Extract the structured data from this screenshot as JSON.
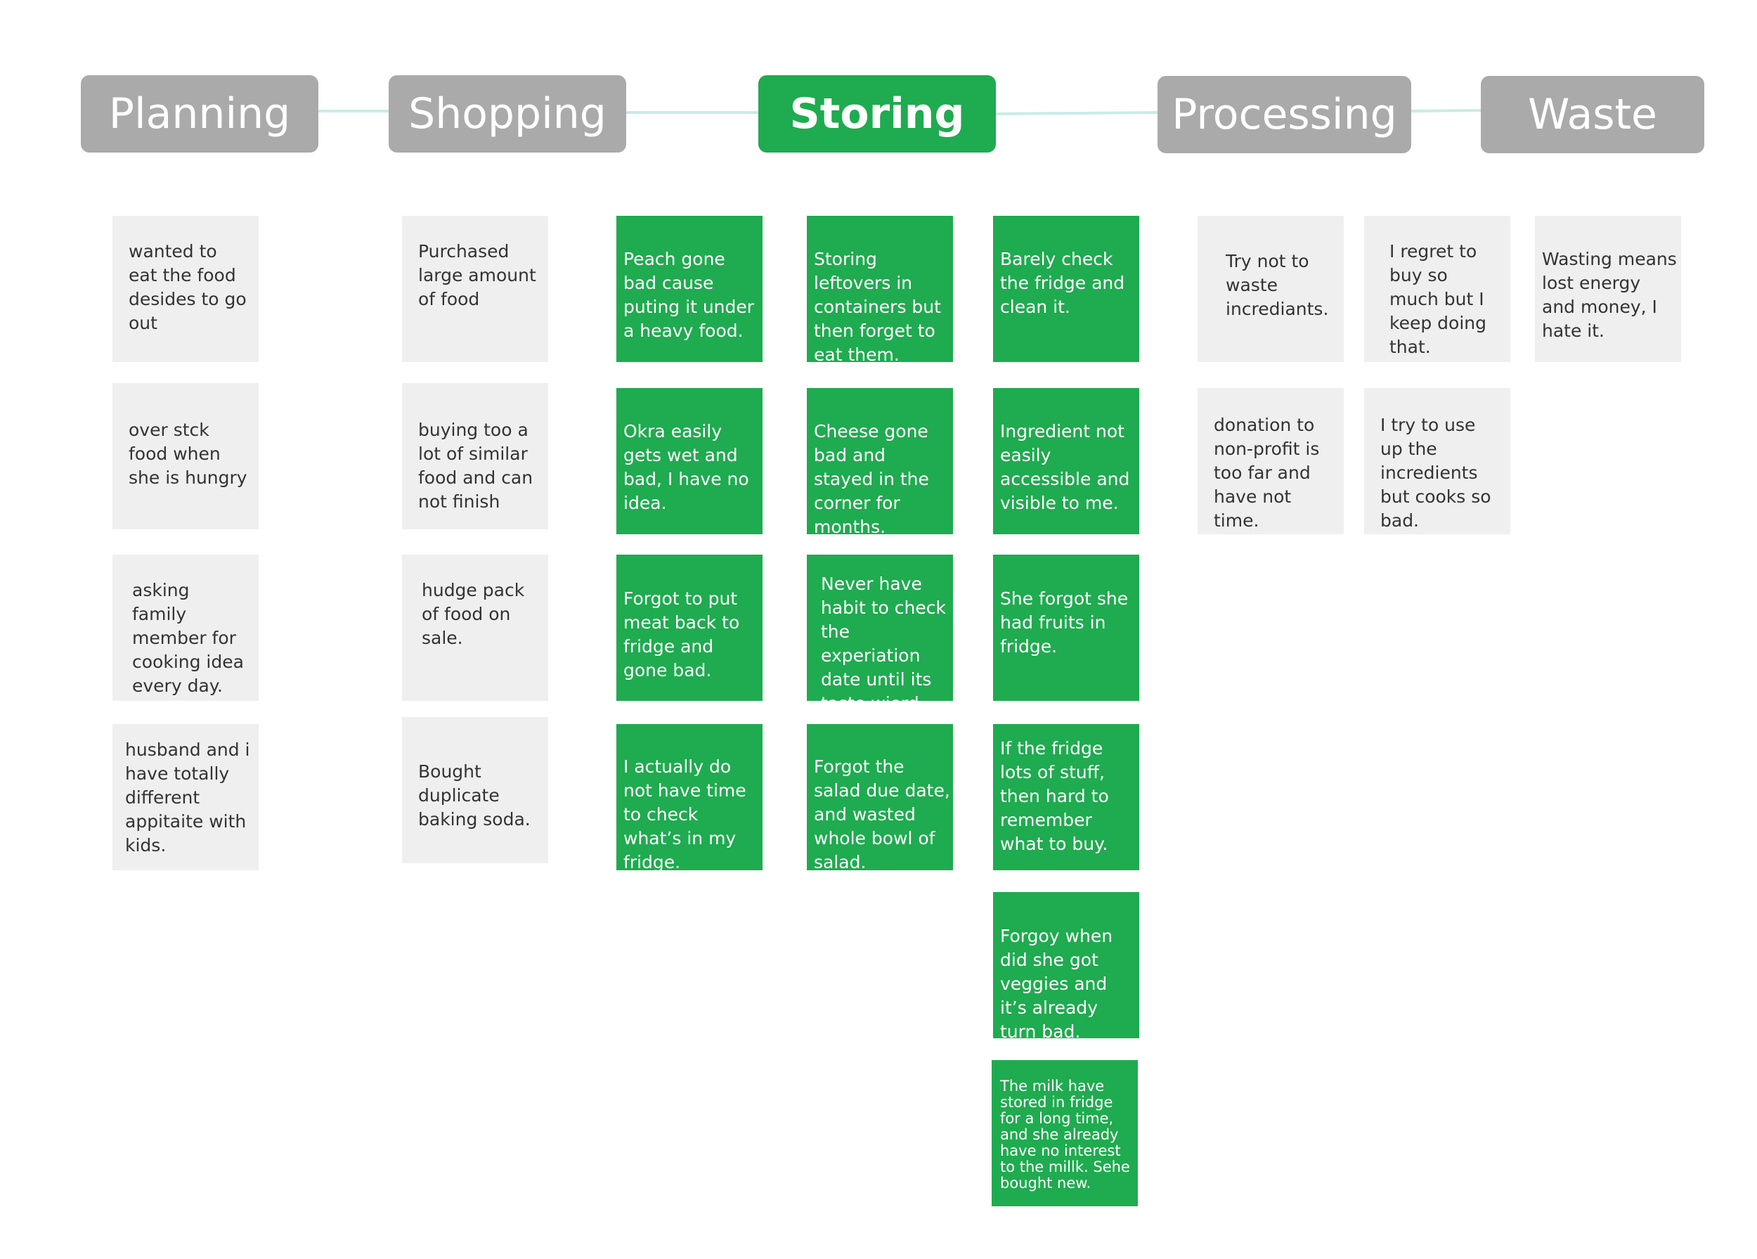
{
  "stages": {
    "planning": "Planning",
    "shopping": "Shopping",
    "storing": "Storing",
    "processing": "Processing",
    "waste": "Waste"
  },
  "colors": {
    "active_stage": "#1fab4f",
    "inactive_stage": "#aaaaaa",
    "highlight_note": "#1fab4f",
    "neutral_note": "#efefef",
    "connector": "#c8ece6"
  },
  "planning_notes": [
    "wanted to eat the food desides to go out",
    "over stck food when she is hungry",
    "asking family member for cooking idea every day.",
    "husband and i have totally different appitaite with kids."
  ],
  "shopping_notes": [
    "Purchased large amount of food",
    "buying too a lot of similar food and can not finish",
    "hudge pack of food on sale.",
    "Bought duplicate baking soda."
  ],
  "storing_notes_col1": [
    "Peach gone bad cause puting it under a heavy food.",
    "Okra easily gets wet and bad, I have no idea.",
    "Forgot to put meat back to fridge and gone bad.",
    "I actually do not have time to check what’s in my fridge."
  ],
  "storing_notes_col2": [
    "Storing leftovers in containers but then forget to eat them.",
    "Cheese gone bad and stayed in the corner for months.",
    "Never have habit to check the experiation date until its taste wierd.",
    "Forgot the salad due date, and wasted whole bowl of salad."
  ],
  "storing_notes_col3": [
    "Barely check the fridge and clean it.",
    "Ingredient not easily accessible and visible to me.",
    "She forgot she had fruits in fridge.",
    "If the fridge lots of stuff, then hard to remember what to buy.",
    "Forgoy when did she got veggies and it’s already turn bad.",
    "The milk have stored in fridge for a long time, and she already have no interest to the millk. Sehe bought new."
  ],
  "processing_notes_col1": [
    "Try not to waste incrediants.",
    "donation to non-profit is too far and have not time."
  ],
  "processing_notes_col2": [
    "I regret to buy so much but I keep doing that.",
    "I try to use up the incredients but cooks so bad."
  ],
  "waste_notes": [
    "Wasting means lost energy and money, I hate it."
  ]
}
